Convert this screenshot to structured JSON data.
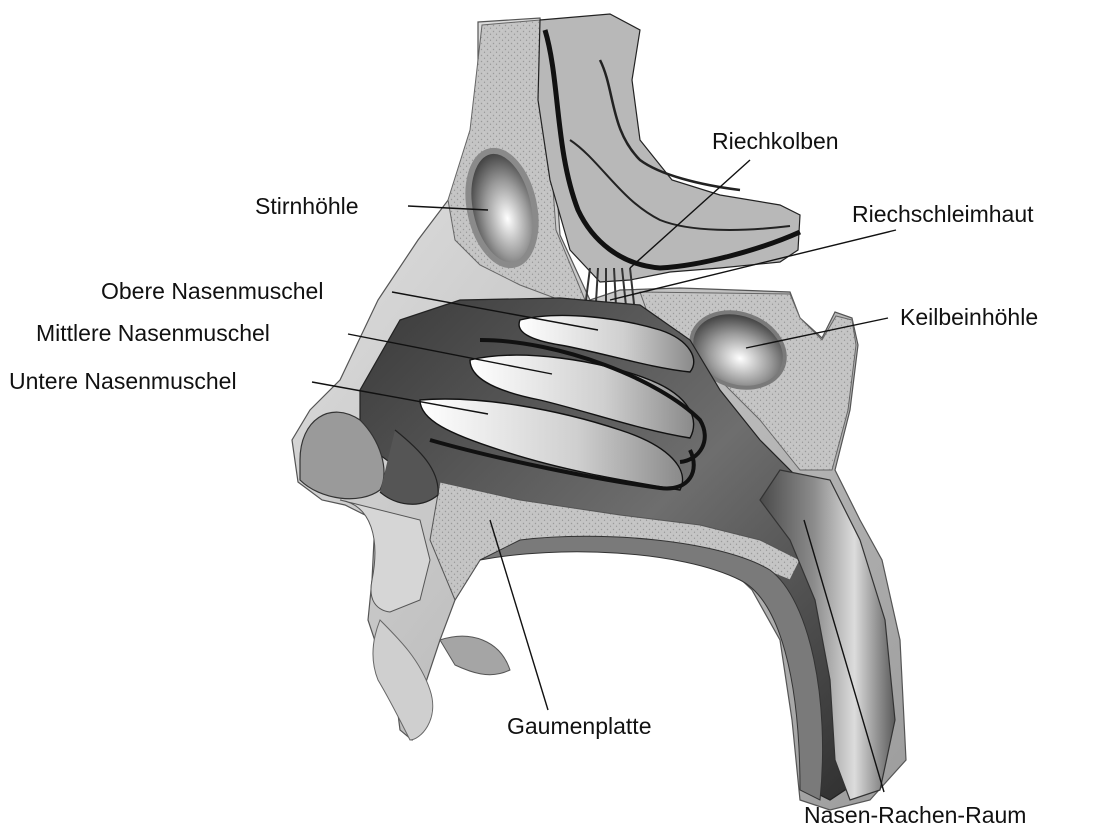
{
  "labels": {
    "riechkolben": "Riechkolben",
    "stirnhoehle": "Stirnhöhle",
    "riechschleimhaut": "Riechschleimhaut",
    "obere_nasenmuschel": "Obere Nasenmuschel",
    "keilbeinhoehle": "Keilbeinhöhle",
    "mittlere_nasenmuschel": "Mittlere Nasenmuschel",
    "untere_nasenmuschel": "Untere Nasenmuschel",
    "gaumenplatte": "Gaumenplatte",
    "nasen_rachen_raum": "Nasen-Rachen-Raum"
  }
}
